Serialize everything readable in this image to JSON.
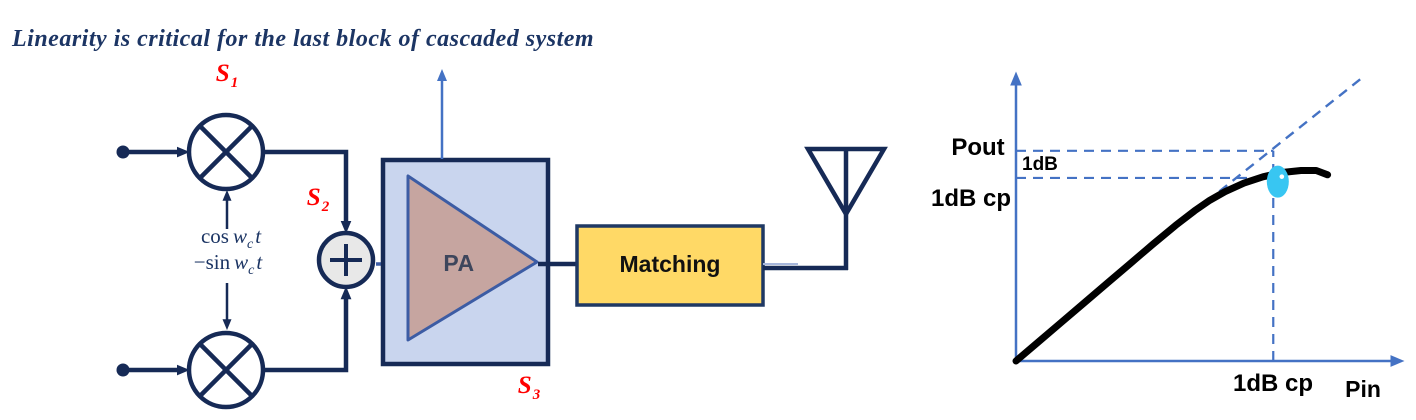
{
  "title": "Linearity is critical for the last block of cascaded system",
  "colors": {
    "line_navy": "#162A56",
    "accent_blue": "#4472C4",
    "red_label": "#FF0000",
    "title_navy": "#1C3564",
    "pa_box_fill": "#C9D5EE",
    "pa_triangle_fill": "#C6A5A0",
    "pa_triangle_stroke": "#3C5CA4",
    "summer_fill": "#E8E8E8",
    "matching_fill": "#FFD966",
    "curve_black": "#000000",
    "marker_cyan": "#38C6F2"
  },
  "diagram": {
    "s1": {
      "base": "S",
      "sub": "1"
    },
    "s2": {
      "base": "S",
      "sub": "2"
    },
    "s3": {
      "base": "S",
      "sub": "3"
    },
    "lo": {
      "line1": {
        "fn": "cos",
        "var": "w",
        "sub": "c",
        "arg": "t"
      },
      "line2": {
        "fn": "−sin",
        "var": "w",
        "sub": "c",
        "arg": "t"
      }
    },
    "pa_label": "PA",
    "matching_label": "Matching"
  },
  "chart_data": {
    "type": "line",
    "xlabel": "Pin",
    "ylabel": "Pout",
    "grid": false,
    "axis_numeric_ticks": false,
    "labels": {
      "pout": "Pout",
      "one_db": "1dB",
      "y_cp": "1dB cp",
      "x_cp": "1dB cp",
      "pin": "Pin"
    },
    "series": [
      {
        "name": "PA output (gain compression)",
        "style": "solid",
        "color": "#000000",
        "points_norm": [
          [
            0.0,
            0.0
          ],
          [
            0.06,
            0.068
          ],
          [
            0.12,
            0.136
          ],
          [
            0.18,
            0.204
          ],
          [
            0.24,
            0.272
          ],
          [
            0.3,
            0.34
          ],
          [
            0.36,
            0.408
          ],
          [
            0.42,
            0.474
          ],
          [
            0.47,
            0.525
          ],
          [
            0.51,
            0.562
          ],
          [
            0.55,
            0.592
          ],
          [
            0.6,
            0.622
          ],
          [
            0.65,
            0.644
          ],
          [
            0.7,
            0.659
          ],
          [
            0.75,
            0.666
          ],
          [
            0.79,
            0.666
          ],
          [
            0.82,
            0.651
          ]
        ]
      },
      {
        "name": "ideal linear response",
        "style": "dashed",
        "color": "#4472C4",
        "points_norm": [
          [
            0.5,
            0.556
          ],
          [
            0.92,
            1.0
          ]
        ]
      }
    ],
    "guides": {
      "vline_x": 0.677,
      "vline_ymax": 0.735,
      "hline_upper_y": 0.735,
      "hline_upper_xmax": 0.677,
      "hline_lower_y": 0.64,
      "hline_lower_xmax": 0.648
    },
    "marker": {
      "x_norm": 0.689,
      "y_norm": 0.627,
      "color": "#38C6F2"
    }
  }
}
